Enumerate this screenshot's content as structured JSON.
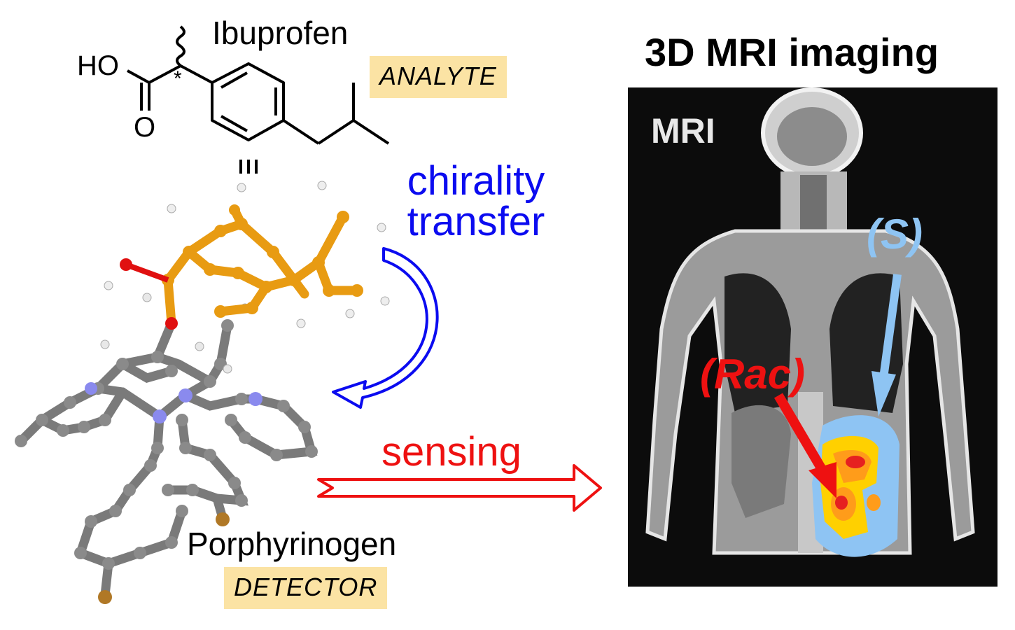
{
  "analyte": {
    "name": "Ibuprofen",
    "tag": "ANALYTE",
    "stereo_mark": "*",
    "hydroxyl": "HO",
    "carbonyl_o": "O"
  },
  "detector": {
    "name": "Porphyrinogen",
    "tag": "DETECTOR"
  },
  "process": {
    "chirality_line1": "chirality",
    "chirality_line2": "transfer",
    "sensing": "sensing"
  },
  "mri": {
    "title": "3D MRI imaging",
    "inset_label": "MRI",
    "label_s": "(S)",
    "label_rac": "(Rac)"
  },
  "colors": {
    "tag_bg": "#fbe3a4",
    "chirality": "#0b0bf0",
    "sensing": "#ee1111",
    "s_color": "#8ec4f3",
    "rac_color": "#ee1111",
    "carbon_gold": "#e89b12",
    "carbon_grey": "#808080",
    "nitrogen": "#8a8aee",
    "oxygen": "#e01010",
    "bromine": "#b07826"
  }
}
